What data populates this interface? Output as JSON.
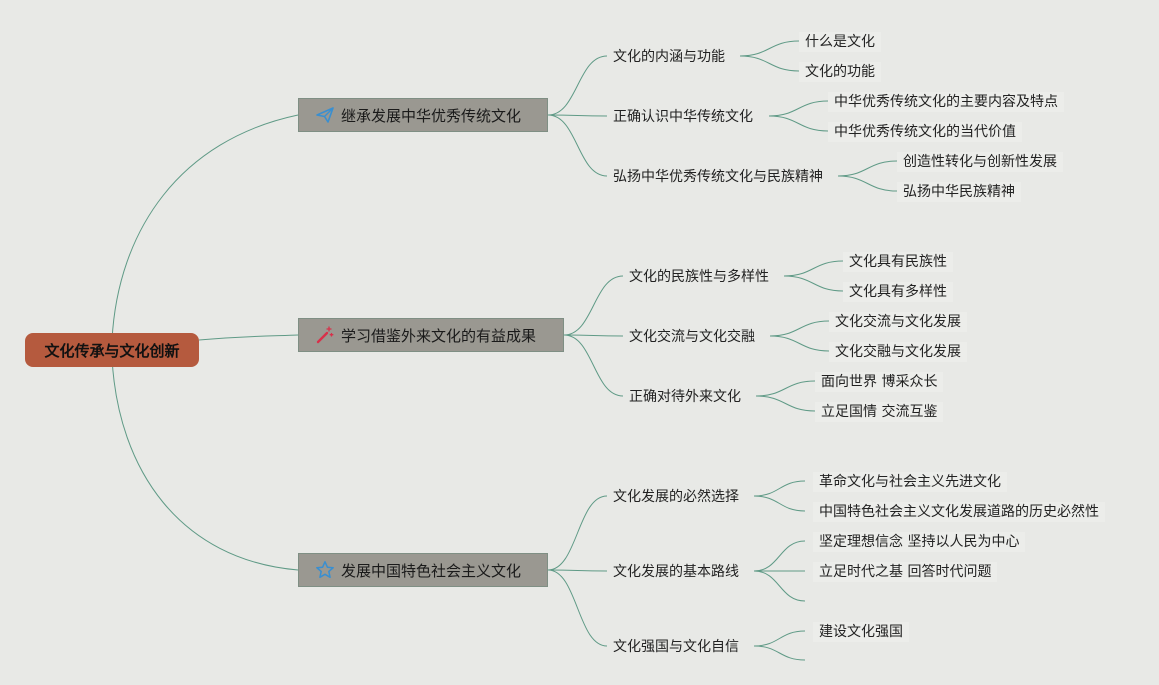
{
  "root": {
    "label": "文化传承与文化创新"
  },
  "topics": [
    {
      "label": "继承发展中华优秀传统文化",
      "icon": "paper-plane-icon",
      "subtopics": [
        {
          "label": "文化的内涵与功能",
          "leaves": [
            "什么是文化",
            "文化的功能"
          ]
        },
        {
          "label": "正确认识中华传统文化",
          "leaves": [
            "中华优秀传统文化的主要内容及特点",
            "中华优秀传统文化的当代价值"
          ]
        },
        {
          "label": "弘扬中华优秀传统文化与民族精神",
          "leaves": [
            "创造性转化与创新性发展",
            "弘扬中华民族精神"
          ]
        }
      ]
    },
    {
      "label": "学习借鉴外来文化的有益成果",
      "icon": "magic-wand-icon",
      "subtopics": [
        {
          "label": "文化的民族性与多样性",
          "leaves": [
            "文化具有民族性",
            "文化具有多样性"
          ]
        },
        {
          "label": "文化交流与文化交融",
          "leaves": [
            "文化交流与文化发展",
            "文化交融与文化发展"
          ]
        },
        {
          "label": "正确对待外来文化",
          "leaves": [
            "面向世界 博采众长",
            "立足国情 交流互鉴"
          ]
        }
      ]
    },
    {
      "label": "发展中国特色社会主义文化",
      "icon": "star-outline-icon",
      "subtopics": [
        {
          "label": "文化发展的必然选择",
          "leaves": [
            "革命文化与社会主义先进文化",
            "中国特色社会主义文化发展道路的历史必然性"
          ]
        },
        {
          "label": "文化发展的基本路线",
          "leaves": [
            "坚定理想信念 坚持以人民为中心",
            "立足时代之基 回答时代问题",
            ""
          ]
        },
        {
          "label": "文化强国与文化自信",
          "leaves": [
            "建设文化强国",
            ""
          ]
        }
      ]
    }
  ],
  "colors": {
    "background": "#e8e9e6",
    "root_fill": "#b55a3e",
    "topic_fill": "#9a9891",
    "connector": "#5f9a86",
    "icon_blue": "#3a8fd0",
    "icon_red": "#d8304a"
  }
}
